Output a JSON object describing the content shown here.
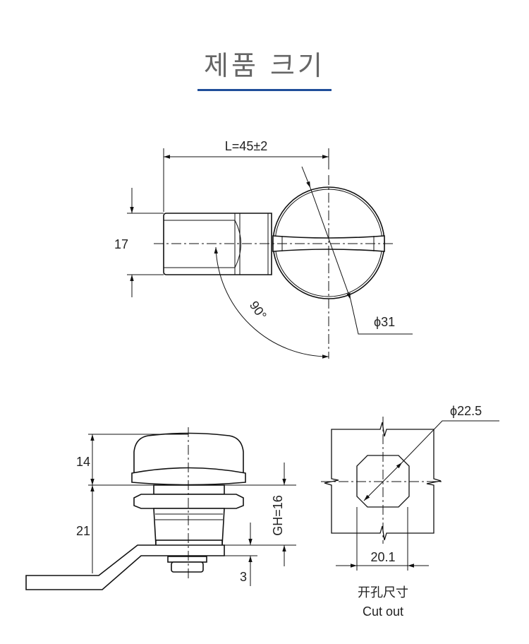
{
  "title": "제품 크기",
  "colors": {
    "accent": "#1f4e9a",
    "title_text": "#666666",
    "line": "#111111"
  },
  "top_view": {
    "length_label": "L=45±2",
    "height_label": "17",
    "angle_label": "90°",
    "diameter_label": "ϕ31"
  },
  "side_view": {
    "cap_height_label": "14",
    "body_height_label": "21",
    "grip_label": "GH=16",
    "cam_thickness_label": "3"
  },
  "cutout": {
    "diameter_label": "ϕ22.5",
    "width_label": "20.1",
    "caption_cn": "开孔尺寸",
    "caption_en": "Cut out"
  }
}
